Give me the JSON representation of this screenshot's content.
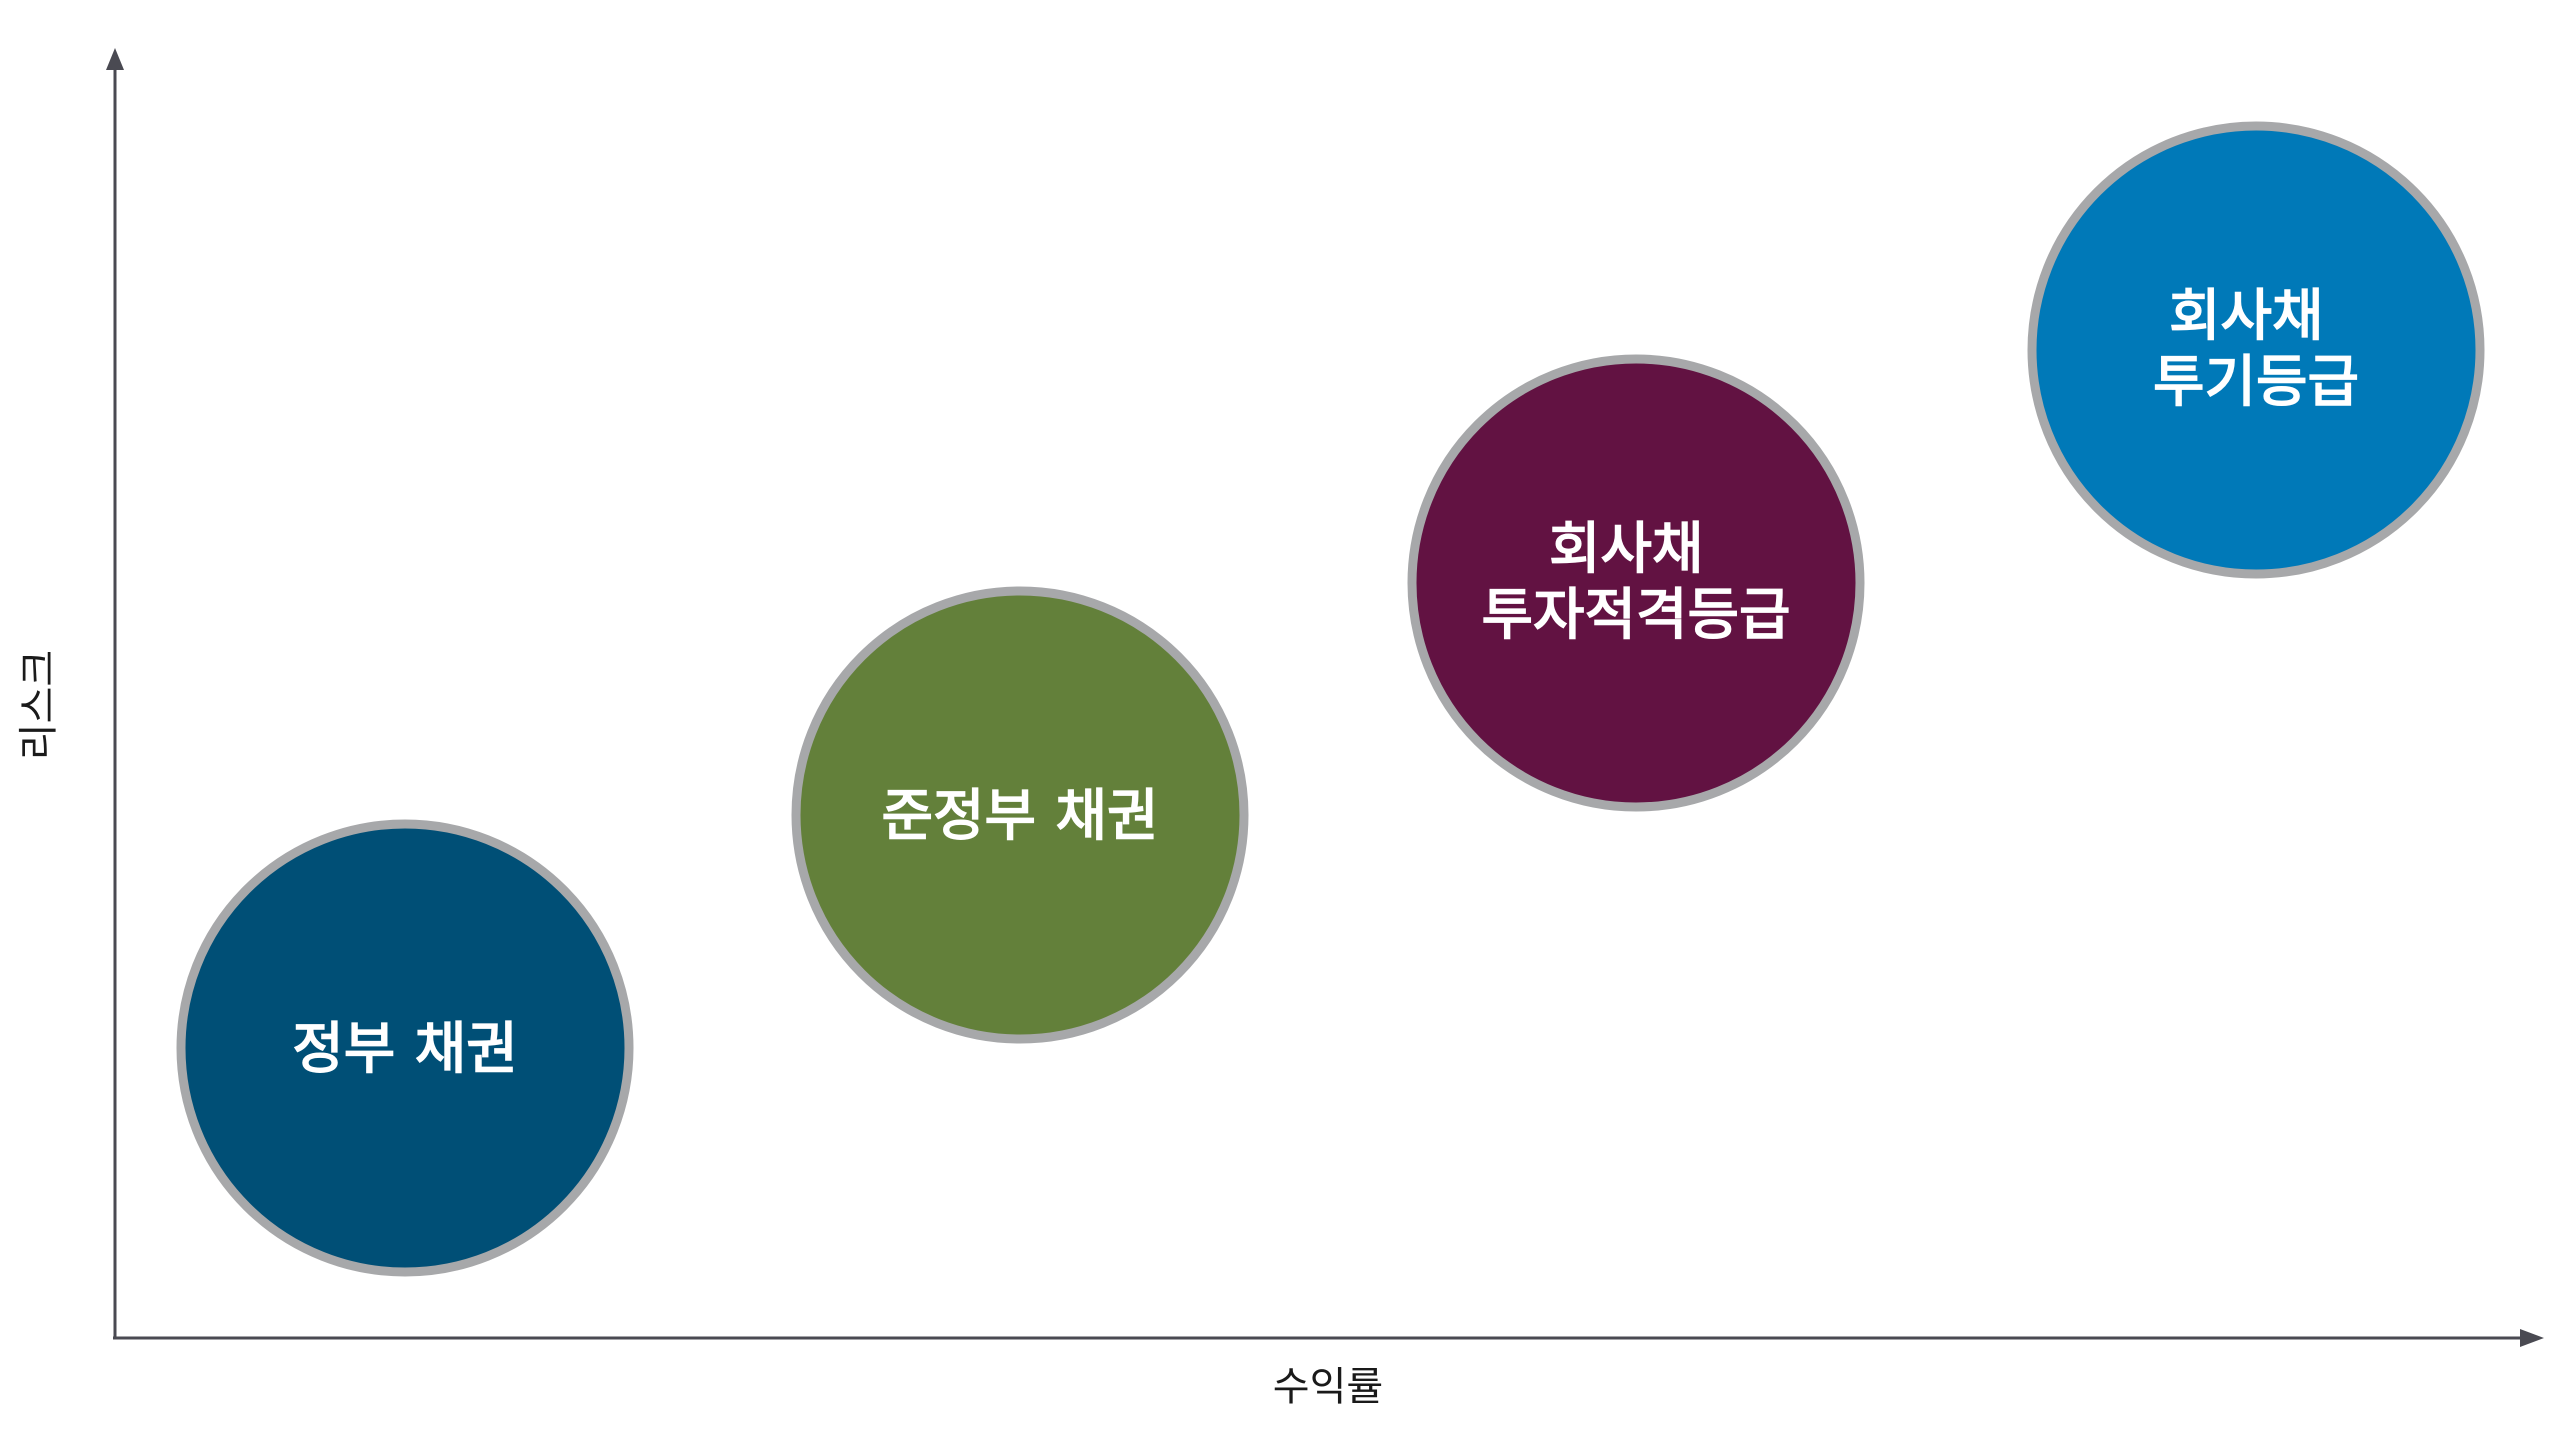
{
  "axes": {
    "x_label": "수익률",
    "y_label": "리스크"
  },
  "colors": {
    "axis": "#4a4a52",
    "bubble_outline": "#a7a8aa",
    "bubble_text": "#ffffff"
  },
  "bubbles": [
    {
      "id": "government-bond",
      "lines": [
        "정부 채권"
      ],
      "color": "#004f76"
    },
    {
      "id": "quasi-government-bond",
      "lines": [
        "준정부 채권"
      ],
      "color": "#63803a"
    },
    {
      "id": "investment-grade-corporate-bond",
      "lines": [
        "회사채",
        "투자적격등급"
      ],
      "color": "#621242"
    },
    {
      "id": "high-yield-corporate-bond",
      "lines": [
        "회사채",
        "투기등급"
      ],
      "color": "#0079b8"
    }
  ]
}
